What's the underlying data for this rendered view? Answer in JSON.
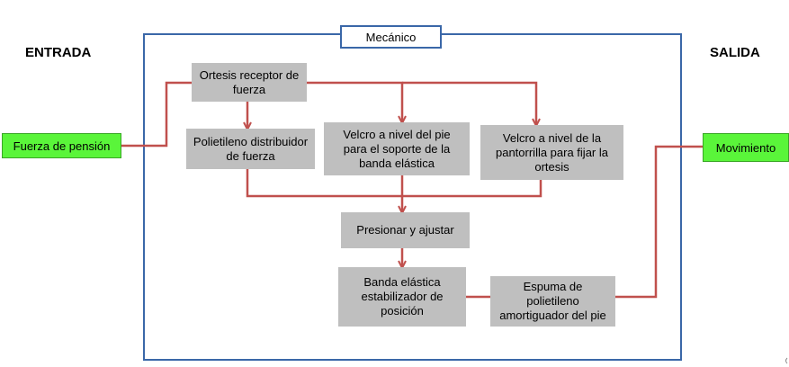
{
  "diagram": {
    "input_heading": "ENTRADA",
    "output_heading": "SALIDA",
    "frame_title": "Mecánico",
    "input": "Fuerza de pensión",
    "output": "Movimiento",
    "nodes": {
      "ortesis": "Ortesis receptor de\nfuerza",
      "polietileno": "Polietileno distribuidor\nde fuerza",
      "velcro_pie": "Velcro a nivel del pie\npara el soporte de la\nbanda elástica",
      "velcro_pantorrilla": "Velcro a nivel de la\npantorrilla para fijar la\nortesis",
      "presionar": "Presionar y ajustar",
      "banda": "Banda elástica\nestabilizador de\nposición",
      "espuma": "Espuma de\npolietileno\namortiguador del pie"
    },
    "colors": {
      "frame": "#3a67a8",
      "connector": "#c0504d",
      "process_box": "#bfbfbf",
      "io_box": "#5af53a"
    }
  }
}
